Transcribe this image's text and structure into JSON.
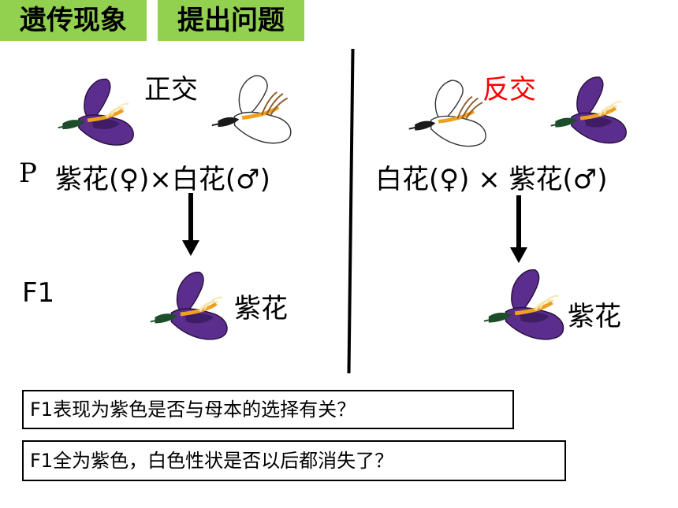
{
  "tags": {
    "topic": "遗传现象",
    "section": "提出问题"
  },
  "cross_left": {
    "title": "正交",
    "p_label": "P",
    "parents": "紫花(♀)×白花(♂)",
    "f1_label": "F1",
    "f1_result": "紫花"
  },
  "cross_right": {
    "title": "反交",
    "parents": "白花(♀) × 紫花(♂)",
    "f1_result": "紫花"
  },
  "questions": [
    "F1表现为紫色是否与母本的选择有关？",
    "F1全为紫色，白色性状是否以后都消失了？"
  ],
  "colors": {
    "tag_bg": "#92d050",
    "reciprocal_title": "#ff0000",
    "purple_petal": "#5b2d8c",
    "stamen": "#f0a020",
    "sepal": "#1e4d2b"
  },
  "icons": {
    "purple_flower": "purple-pea-flower-icon",
    "white_flower": "white-pea-flower-icon",
    "arrow": "down-arrow-icon"
  }
}
